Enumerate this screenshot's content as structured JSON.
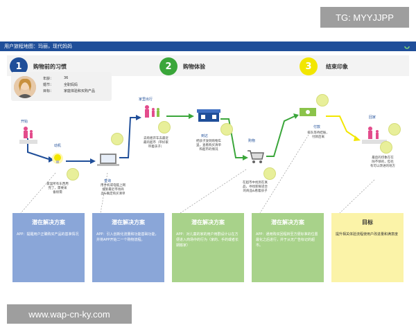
{
  "watermark_top": "TG: MYYJJPP",
  "watermark_bottom": "www.wap-cn-ky.com",
  "header": {
    "title": "用户旅程地图：玛丽，现代妈妈"
  },
  "stages": [
    {
      "number": "1",
      "label": "购物前的习惯",
      "color": "#1f4e99"
    },
    {
      "number": "2",
      "label": "购物体验",
      "color": "#3aa63a"
    },
    {
      "number": "3",
      "label": "结束印象",
      "color": "#f2e600"
    }
  ],
  "persona": {
    "fields": [
      {
        "label": "年龄：",
        "value": "36"
      },
      {
        "label": "婚节：",
        "value": "全职妈妈"
      },
      {
        "label": "目标：",
        "value": "家庭体验和买购产品"
      }
    ]
  },
  "nodes": {
    "start": "开始",
    "motive": "动机",
    "motive_note": [
      "家里所有东西用",
      "完了，需要采",
      "备很需"
    ],
    "query": "查询",
    "query_note": [
      "用手机或电脑上网",
      "搜索最近市场商",
      "品&确定购买清单"
    ],
    "home_travel": "家里出行",
    "home_travel_note": [
      "去购者开车去最近",
      "最的超市（带好家",
      "带着孩子）"
    ],
    "arrive": "到达",
    "arrive_note": [
      "把孩子放到购物车",
      "里，查看购买清单",
      "和超市的情况"
    ],
    "shopping": "购物",
    "shopping_note": [
      "在超市中找到在真",
      "品，寻找新鲜适合",
      "的商品&看着孩子"
    ],
    "checkout": "付款",
    "checkout_note": [
      "排队等待结账，",
      "付款后离"
    ],
    "return_home": "回家",
    "return_home_note": [
      "最后的印象在在",
      "除不够的，但也",
      "有可以改进的地方"
    ]
  },
  "solutions": [
    {
      "title": "潜在解决方案",
      "body": "APP：提醒用户正确购买产品的基准情况",
      "color": "#8aa6d8"
    },
    {
      "title": "潜在解决方案",
      "body": "APP：引入创新化流量和功能基础功能，并将APP开始二一个购物流程。",
      "color": "#8aa6d8"
    },
    {
      "title": "潜在解决方案",
      "body": "APP：对儿童的家的用户用群设计以在方便进入商场中的行为（家的、手的或者长期搬家）",
      "color": "#a8d28a"
    },
    {
      "title": "潜在解决方案",
      "body": "APP：通用购买回程转至方便标准的位置最化之后进行，并于从无广告标记的超市。",
      "color": "#a8d28a"
    },
    {
      "title": "目标",
      "body": "提升相关体验流程使用户改进量和满意度",
      "color": "#fbf3a8",
      "text_color": "#333333"
    }
  ]
}
